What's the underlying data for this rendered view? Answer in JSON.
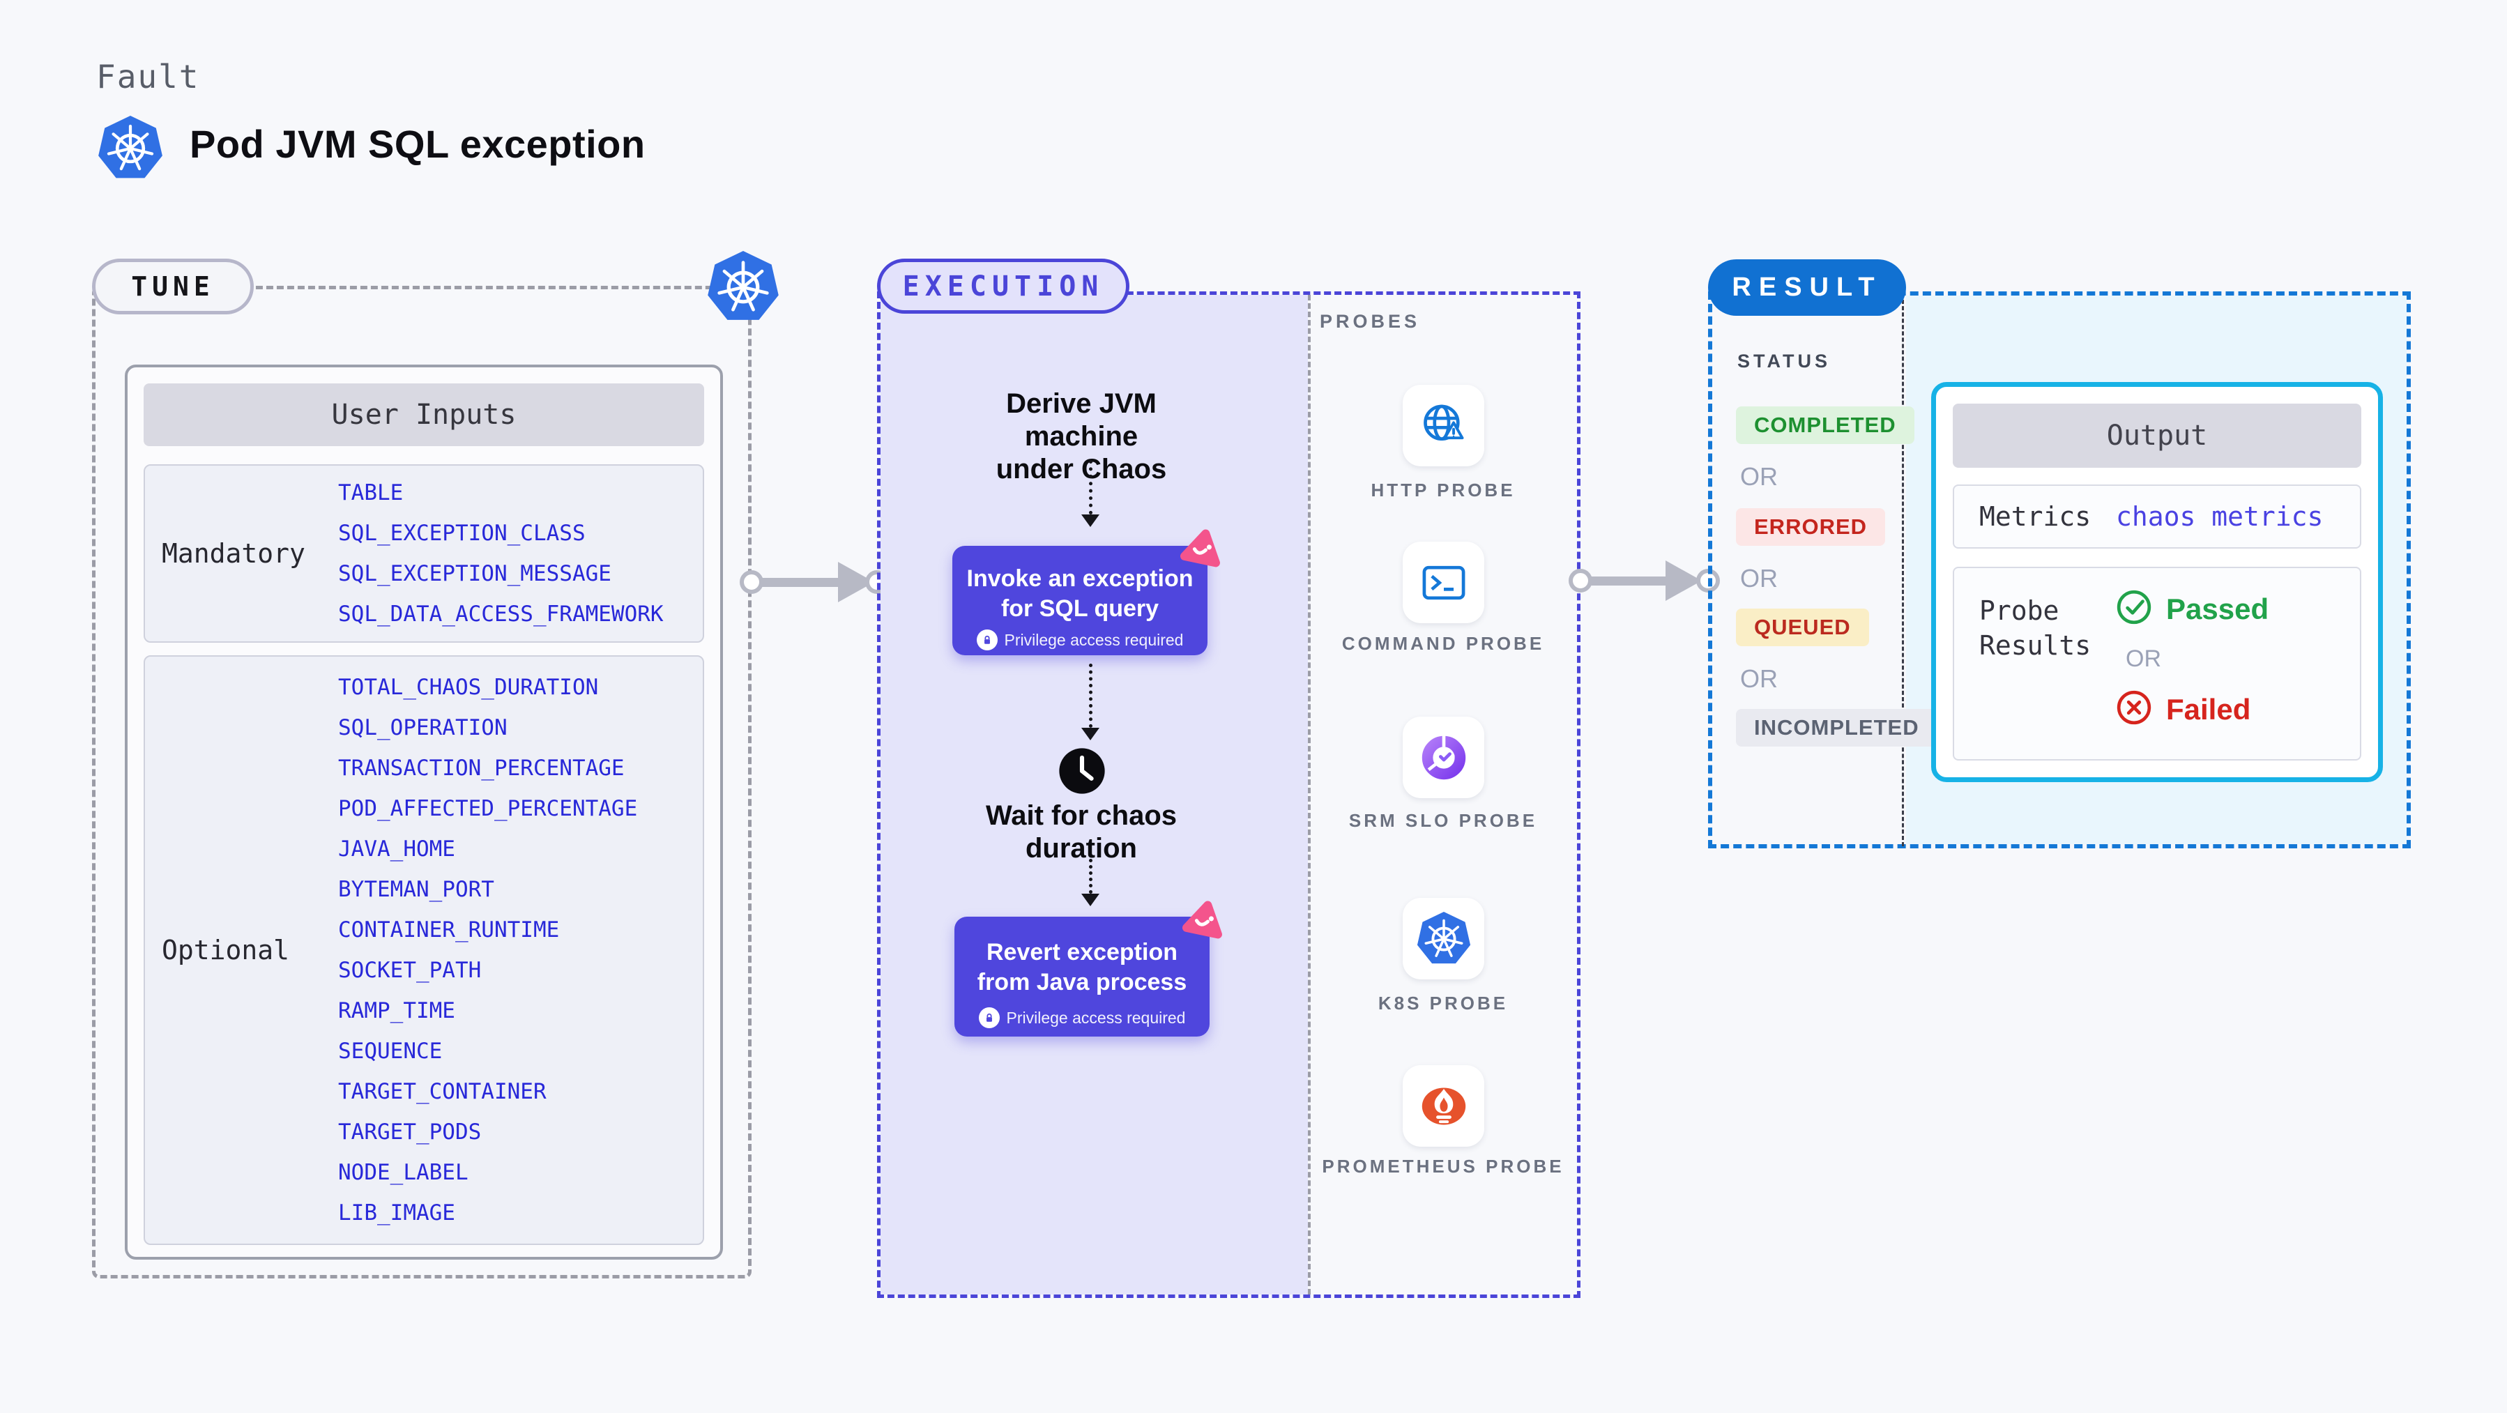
{
  "page": {
    "category_label": "Fault",
    "title": "Pod JVM SQL exception"
  },
  "tune": {
    "label": "TUNE",
    "table": {
      "header": "User Inputs",
      "mandatory": {
        "label": "Mandatory",
        "items": [
          "TABLE",
          "SQL_EXCEPTION_CLASS",
          "SQL_EXCEPTION_MESSAGE",
          "SQL_DATA_ACCESS_FRAMEWORK"
        ]
      },
      "optional": {
        "label": "Optional",
        "items": [
          "TOTAL_CHAOS_DURATION",
          "SQL_OPERATION",
          "TRANSACTION_PERCENTAGE",
          "POD_AFFECTED_PERCENTAGE",
          "JAVA_HOME",
          "BYTEMAN_PORT",
          "CONTAINER_RUNTIME",
          "SOCKET_PATH",
          "RAMP_TIME",
          "SEQUENCE",
          "TARGET_CONTAINER",
          "TARGET_PODS",
          "NODE_LABEL",
          "LIB_IMAGE"
        ]
      }
    }
  },
  "execution": {
    "label": "EXECUTION",
    "derive": {
      "lines": [
        "Derive JVM machine",
        "under Chaos"
      ]
    },
    "invoke": {
      "lines": [
        "Invoke an exception",
        "for SQL query"
      ],
      "privilege": "Privilege access required"
    },
    "wait": {
      "lines": [
        "Wait for chaos",
        "duration"
      ]
    },
    "revert": {
      "lines": [
        "Revert exception",
        "from Java process"
      ],
      "privilege": "Privilege access required"
    }
  },
  "probes": {
    "label": "PROBES",
    "items": [
      {
        "name": "HTTP PROBE",
        "icon": "globe-alert-icon"
      },
      {
        "name": "COMMAND PROBE",
        "icon": "terminal-icon"
      },
      {
        "name": "SRM SLO PROBE",
        "icon": "slo-donut-check-icon"
      },
      {
        "name": "K8S PROBE",
        "icon": "kubernetes-icon"
      },
      {
        "name": "PROMETHEUS PROBE",
        "icon": "prometheus-flame-icon"
      }
    ]
  },
  "result": {
    "label": "RESULT",
    "status": {
      "label": "STATUS",
      "or": "OR",
      "values": [
        "COMPLETED",
        "ERRORED",
        "QUEUED",
        "INCOMPLETED"
      ]
    },
    "output": {
      "header": "Output",
      "metrics_label": "Metrics",
      "metrics_value": "chaos metrics",
      "probe_results_label": "Probe Results",
      "passed": "Passed",
      "or": "OR",
      "failed": "Failed"
    }
  },
  "colors": {
    "page_bg": "#f7f8fb",
    "gray_dash": "#9b9ca6",
    "execution_indigo": "#4b45d8",
    "execution_fill": "#e4e4fa",
    "chaos_button": "#4f46dd",
    "chaos_pink": "#f4548c",
    "item_blue": "#2828d9",
    "result_blue": "#1171d2",
    "result_fill": "#e9f6fd",
    "output_border": "#17b2e6",
    "completed_green": "#1d9030",
    "errored_red": "#c4251d",
    "queued_amber_text": "#bb2a1f",
    "incompleted_gray": "#5b6272",
    "passed_green": "#21a24a",
    "failed_red": "#d6241d",
    "kubernetes_blue": "#3070e4",
    "prometheus_orange": "#e6522c",
    "probe_blue": "#1478d8",
    "srm_purple": "#8b5cf6"
  }
}
